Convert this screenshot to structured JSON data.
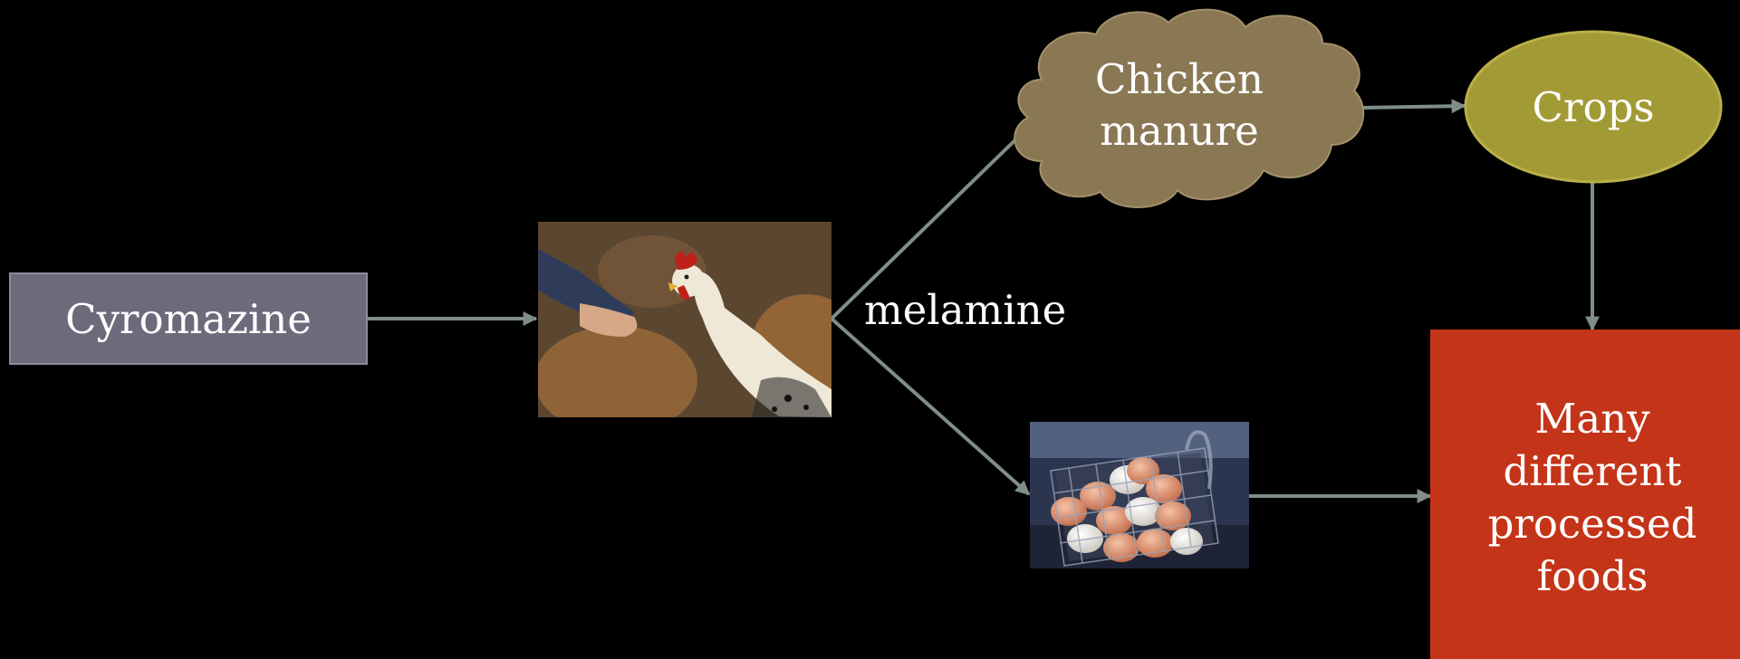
{
  "nodes": {
    "cyromazine": {
      "label": "Cyromazine",
      "fill": "#6e6a7c",
      "stroke": "#8d8a9b"
    },
    "chicken_manure": {
      "label_lines": [
        "Chicken",
        "manure"
      ],
      "fill": "#8a7855",
      "stroke": "#a3916a"
    },
    "crops": {
      "label": "Crops",
      "fill": "#a29a35",
      "stroke": "#bab04a"
    },
    "processed_foods": {
      "label_lines": [
        "Many",
        "different",
        "processed",
        "foods"
      ],
      "fill": "#c43418"
    }
  },
  "edge_labels": {
    "melamine": "melamine"
  },
  "images": {
    "chicken_photo": "chicken-feeding-photo",
    "eggs_photo": "egg-basket-photo"
  },
  "colors": {
    "background": "#000000",
    "arrow": "#7f8e86",
    "text": "#ffffff"
  }
}
